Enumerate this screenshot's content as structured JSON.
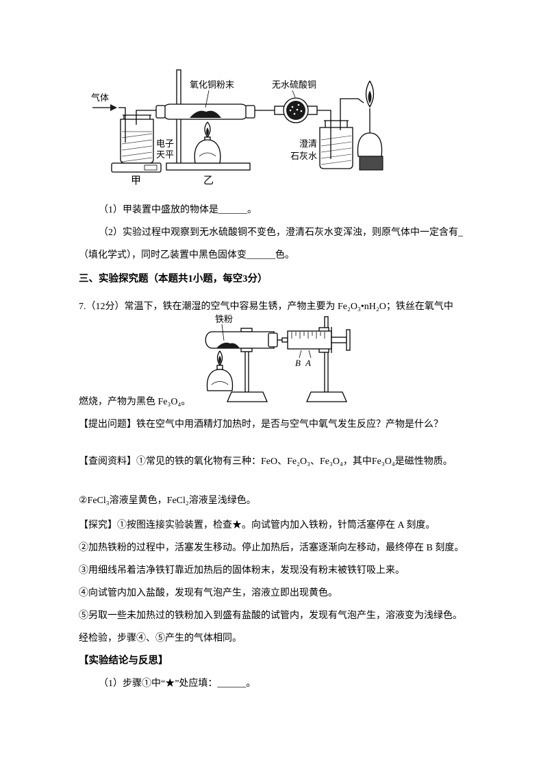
{
  "q6": {
    "part1": "（1）甲装置中盛放的物体是______。",
    "part2_line1": "（2）实验过程中观察到无水硫酸铜不变色，澄清石灰水变浑浊，则原气体中一定含有_",
    "part2_line2": "（填化学式），同时乙装置中黑色固体变______色。"
  },
  "section3": {
    "heading": "三、实验探究题（本题共1小题，每空3分）"
  },
  "q7": {
    "intro_line1": "7.（12分）常温下，铁在潮湿的空气中容易生锈，产物主要为 Fe₂O₃•nH₂O；铁丝在氧气中",
    "intro_line2": "燃烧，产物为黑色 Fe₃O₄。",
    "question": "【提出问题】铁在空气中用酒精灯加热时，是否与空气中氧气发生反应？产物是什么？",
    "reference1": "【查阅资料】①常见的铁的氧化物有三种：FeO、Fe₂O₃、Fe₃O₄，其中Fe₃O₄是磁性物质。",
    "reference2": "②FeCl₃溶液呈黄色，FeCl₂溶液呈浅绿色。",
    "explore1": "【探究】①按图连接实验装置，检查★。向试管内加入铁粉，针筒活塞停在 A 刻度。",
    "explore2": "②加热铁粉的过程中，活塞发生移动。停止加热后，活塞逐渐向左移动，最终停在 B 刻度。",
    "explore3": "③用细线吊着洁净铁钉靠近加热后的固体粉末，发现没有粉末被铁钉吸上来。",
    "explore4": "④向试管内加入盐酸，发现有气泡产生，溶液立即出现黄色。",
    "explore5": "⑤另取一些未加热过的铁粉加入到盛有盐酸的试管内，发现有气泡产生，溶液变为浅绿色。经检验，步骤④、⑤产生的气体相同。",
    "conclusion_heading": "【实验结论与反思】",
    "conclusion1": "（1）步骤①中“★”处应填：______。"
  },
  "diagram1": {
    "labels": {
      "gas": "气体",
      "cuo": "氧化铜粉末",
      "cuso4": "无水硫酸铜",
      "balance_line1": "电子",
      "balance_line2": "天平",
      "jia": "甲",
      "yi": "乙",
      "limewater_line1": "澄清",
      "limewater_line2": "石灰水"
    }
  },
  "diagram2": {
    "labels": {
      "iron_powder": "铁粉",
      "scale_b": "B",
      "scale_a": "A"
    }
  }
}
